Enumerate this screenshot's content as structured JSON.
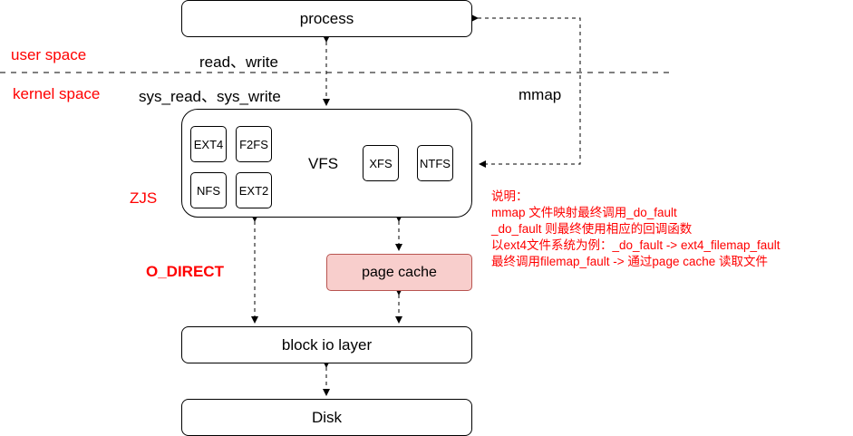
{
  "boxes": {
    "process": "process",
    "vfs": "VFS",
    "ext4": "EXT4",
    "f2fs": "F2FS",
    "nfs": "NFS",
    "ext2": "EXT2",
    "xfs": "XFS",
    "ntfs": "NTFS",
    "page_cache": "page cache",
    "block_io": "block io layer",
    "disk": "Disk"
  },
  "labels": {
    "user_space": "user space",
    "kernel_space": "kernel space",
    "read_write": "read、write",
    "sys_read_write": "sys_read、sys_write",
    "mmap": "mmap",
    "zjs": "ZJS",
    "o_direct": "O_DIRECT"
  },
  "note": [
    "说明：",
    "mmap 文件映射最终调用_do_fault",
    "_do_fault 则最终使用相应的回调函数",
    "以ext4文件系统为例：_do_fault -> ext4_filemap_fault",
    "最终调用filemap_fault -> 通过page cache 读取文件"
  ],
  "colors": {
    "accent_red": "#ff0000",
    "page_cache_fill": "#f8cecc",
    "page_cache_border": "#b85450"
  }
}
